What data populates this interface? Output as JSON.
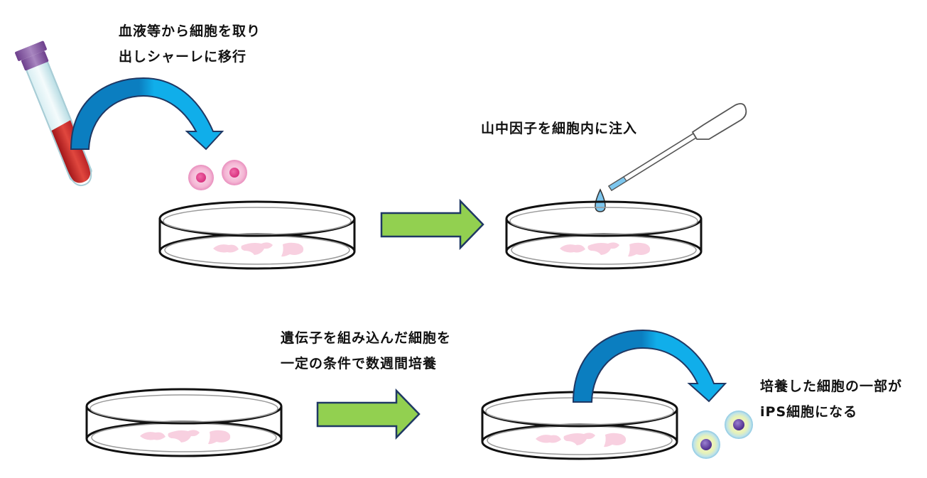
{
  "title": "iPS細胞の作製手順",
  "colors": {
    "curved_arrow_fill": "#0da9e6",
    "curved_arrow_shadow": "#0b7ec0",
    "curved_arrow_stroke": "#1f3864",
    "straight_arrow_fill": "#92d050",
    "straight_arrow_stroke": "#1f3864",
    "dish_stroke": "#111111",
    "cell_colony": "#f8d0e0",
    "blood": "#c0262a",
    "tube_cap": "#8b5fa8",
    "pink_cell": "#f0a0c8",
    "ips_cell_nucleus": "#5b3a9a",
    "drop": "#7cc6ee"
  },
  "steps": [
    {
      "id": "step1",
      "lines": [
        "血液等から細胞を取り",
        "出しシャーレに移行"
      ],
      "icons": [
        "test-tube-icon",
        "curved-arrow-icon",
        "pink-cell-icon",
        "petri-dish-icon"
      ]
    },
    {
      "id": "step2",
      "lines": [
        "山中因子を細胞内に注入"
      ],
      "icons": [
        "pipette-icon",
        "drop-icon",
        "petri-dish-icon"
      ]
    },
    {
      "id": "step3",
      "lines": [
        "遺伝子を組み込んだ細胞を",
        "一定の条件で数週間培養"
      ],
      "icons": [
        "petri-dish-icon"
      ]
    },
    {
      "id": "step4",
      "lines": [
        "培養した細胞の一部が",
        "iPS細胞になる"
      ],
      "icons": [
        "petri-dish-icon",
        "curved-arrow-icon",
        "ips-cell-icon"
      ]
    }
  ],
  "flow_arrows": [
    "step1→step2",
    "step3→step4"
  ]
}
